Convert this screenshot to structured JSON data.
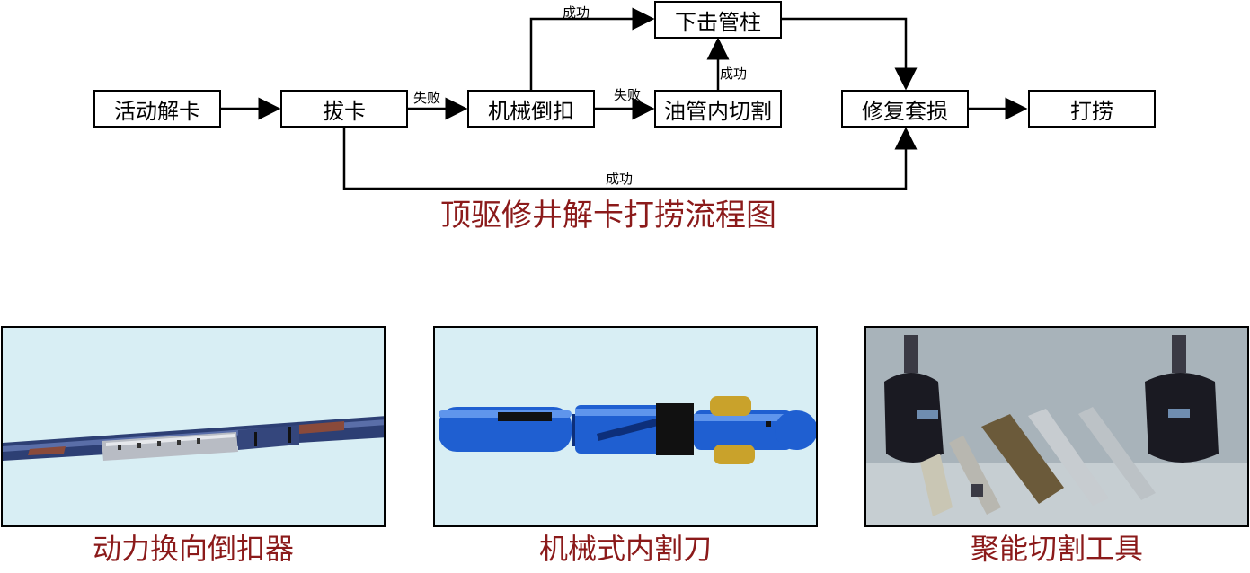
{
  "flowchart": {
    "nodes": {
      "activity_unstick": "活动解卡",
      "pull_unstick": "拔卡",
      "mech_backoff": "机械倒扣",
      "tubing_cut": "油管内切割",
      "jar_string": "下击管柱",
      "repair_casing": "修复套损",
      "fishing": "打捞"
    },
    "edge_labels": {
      "fail_1": "失败",
      "fail_2": "失败",
      "success_top": "成功",
      "success_mid": "成功",
      "success_bottom": "成功"
    },
    "title": "顶驱修井解卡打捞流程图"
  },
  "tools": [
    {
      "caption": "动力换向倒扣器"
    },
    {
      "caption": "机械式内割刀"
    },
    {
      "caption": "聚能切割工具"
    }
  ],
  "colors": {
    "title_red": "#8b1a1a",
    "photo_bg": "#d8eef4",
    "tool_blue": "#1f5fd1"
  }
}
